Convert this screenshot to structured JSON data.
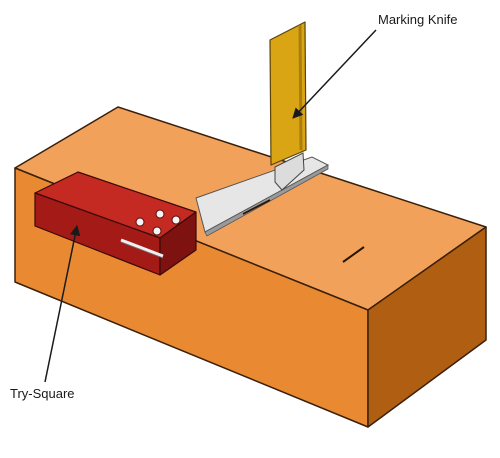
{
  "labels": {
    "marking_knife": "Marking Knife",
    "try_square": "Try-Square"
  },
  "colors": {
    "wood_top": "#F2A15A",
    "wood_front": "#E98A33",
    "wood_side": "#B05E12",
    "outline": "#3A200A",
    "square_stock_top": "#C42A22",
    "square_stock_front": "#A31A16",
    "square_stock_side": "#7E1210",
    "blade": "#E6E6E6",
    "knife": "#D9A514",
    "knife_dark": "#A97E0C",
    "text": "#1A1A1A"
  },
  "icons": {
    "rivets": "rivet-dots"
  }
}
